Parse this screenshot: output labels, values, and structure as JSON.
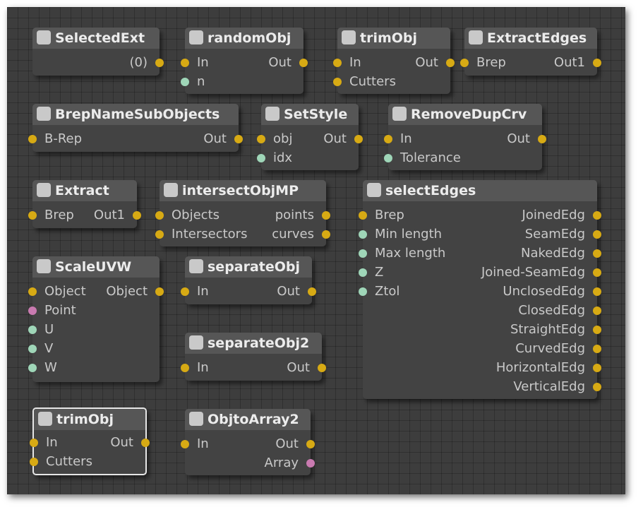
{
  "colors": {
    "yellow": "#d7aa14",
    "green": "#9fd6b8",
    "pink": "#c97ab0"
  },
  "nodes": [
    {
      "id": "SelectedExt",
      "title": "SelectedExt",
      "inputs": [],
      "outputs": [
        {
          "label": "(0)",
          "color": "yellow"
        }
      ]
    },
    {
      "id": "randomObj",
      "title": "randomObj",
      "inputs": [
        {
          "label": "In",
          "color": "yellow"
        },
        {
          "label": "n",
          "color": "green"
        }
      ],
      "outputs": [
        {
          "label": "Out",
          "color": "yellow"
        }
      ]
    },
    {
      "id": "trimObj",
      "title": "trimObj",
      "inputs": [
        {
          "label": "In",
          "color": "yellow"
        },
        {
          "label": "Cutters",
          "color": "yellow"
        }
      ],
      "outputs": [
        {
          "label": "Out",
          "color": "yellow"
        }
      ]
    },
    {
      "id": "ExtractEdges",
      "title": "ExtractEdges",
      "inputs": [
        {
          "label": "Brep",
          "color": "yellow"
        }
      ],
      "outputs": [
        {
          "label": "Out1",
          "color": "yellow"
        }
      ]
    },
    {
      "id": "BrepNameSubObjects",
      "title": "BrepNameSubObjects",
      "inputs": [
        {
          "label": "B-Rep",
          "color": "yellow"
        }
      ],
      "outputs": [
        {
          "label": "Out",
          "color": "yellow"
        }
      ]
    },
    {
      "id": "SetStyle",
      "title": "SetStyle",
      "inputs": [
        {
          "label": "obj",
          "color": "yellow"
        },
        {
          "label": "idx",
          "color": "green"
        }
      ],
      "outputs": [
        {
          "label": "Out",
          "color": "yellow"
        }
      ]
    },
    {
      "id": "RemoveDupCrv",
      "title": "RemoveDupCrv",
      "inputs": [
        {
          "label": "In",
          "color": "yellow"
        },
        {
          "label": "Tolerance",
          "color": "green"
        }
      ],
      "outputs": [
        {
          "label": "Out",
          "color": "yellow"
        }
      ]
    },
    {
      "id": "Extract",
      "title": "Extract",
      "inputs": [
        {
          "label": "Brep",
          "color": "yellow"
        }
      ],
      "outputs": [
        {
          "label": "Out1",
          "color": "yellow"
        }
      ]
    },
    {
      "id": "intersectObjMP",
      "title": "intersectObjMP",
      "inputs": [
        {
          "label": "Objects",
          "color": "yellow"
        },
        {
          "label": "Intersectors",
          "color": "yellow"
        }
      ],
      "outputs": [
        {
          "label": "points",
          "color": "yellow"
        },
        {
          "label": "curves",
          "color": "yellow"
        }
      ]
    },
    {
      "id": "selectEdges",
      "title": "selectEdges",
      "inputs": [
        {
          "label": "Brep",
          "color": "yellow"
        },
        {
          "label": "Min length",
          "color": "green"
        },
        {
          "label": "Max length",
          "color": "green"
        },
        {
          "label": "Z",
          "color": "green"
        },
        {
          "label": "Ztol",
          "color": "green"
        }
      ],
      "outputs": [
        {
          "label": "JoinedEdg",
          "color": "yellow"
        },
        {
          "label": "SeamEdg",
          "color": "yellow"
        },
        {
          "label": "NakedEdg",
          "color": "yellow"
        },
        {
          "label": "Joined-SeamEdg",
          "color": "yellow"
        },
        {
          "label": "UnclosedEdg",
          "color": "yellow"
        },
        {
          "label": "ClosedEdg",
          "color": "yellow"
        },
        {
          "label": "StraightEdg",
          "color": "yellow"
        },
        {
          "label": "CurvedEdg",
          "color": "yellow"
        },
        {
          "label": "HorizontalEdg",
          "color": "yellow"
        },
        {
          "label": "VerticalEdg",
          "color": "yellow"
        }
      ]
    },
    {
      "id": "ScaleUVW",
      "title": "ScaleUVW",
      "inputs": [
        {
          "label": "Object",
          "color": "yellow"
        },
        {
          "label": "Point",
          "color": "pink"
        },
        {
          "label": "U",
          "color": "green"
        },
        {
          "label": "V",
          "color": "green"
        },
        {
          "label": "W",
          "color": "green"
        }
      ],
      "outputs": [
        {
          "label": "Object",
          "color": "yellow"
        }
      ]
    },
    {
      "id": "separateObj",
      "title": "separateObj",
      "inputs": [
        {
          "label": "In",
          "color": "yellow"
        }
      ],
      "outputs": [
        {
          "label": "Out",
          "color": "yellow"
        }
      ]
    },
    {
      "id": "separateObj2",
      "title": "separateObj2",
      "inputs": [
        {
          "label": "In",
          "color": "yellow"
        }
      ],
      "outputs": [
        {
          "label": "Out",
          "color": "yellow"
        }
      ]
    },
    {
      "id": "trimObj2",
      "title": "trimObj",
      "selected": true,
      "inputs": [
        {
          "label": "In",
          "color": "yellow"
        },
        {
          "label": "Cutters",
          "color": "yellow"
        }
      ],
      "outputs": [
        {
          "label": "Out",
          "color": "yellow"
        }
      ]
    },
    {
      "id": "ObjtoArray2",
      "title": "ObjtoArray2",
      "inputs": [
        {
          "label": "In",
          "color": "yellow"
        }
      ],
      "outputs": [
        {
          "label": "Out",
          "color": "yellow"
        },
        {
          "label": "Array",
          "color": "pink"
        }
      ]
    }
  ]
}
